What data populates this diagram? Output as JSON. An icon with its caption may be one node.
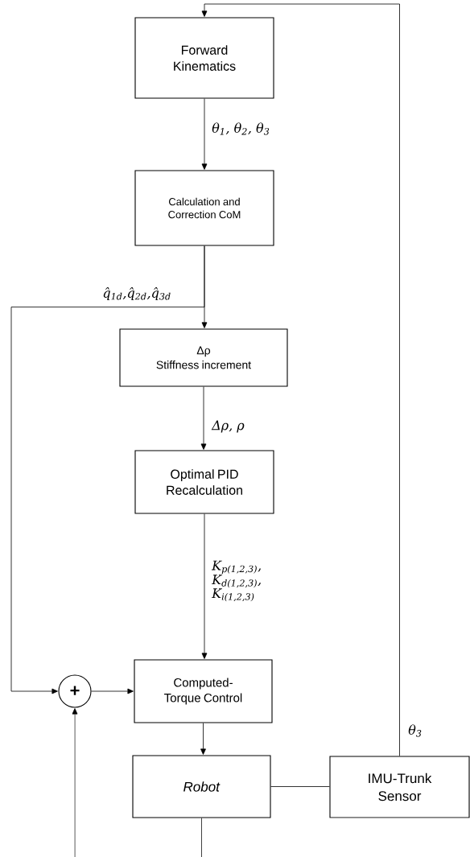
{
  "diagram": {
    "nodes": [
      {
        "text": [
          "Forward Kinematics"
        ]
      },
      {
        "text": [
          "Calculation and Correction CoM"
        ]
      },
      {
        "text": [
          "Δρ",
          "Stiffness increment"
        ]
      },
      {
        "text": [
          "Optimal PID Recalculation"
        ]
      },
      {
        "text": [
          "Computed-Torque Control"
        ]
      },
      {
        "text": [
          "*Robot*"
        ]
      },
      {
        "text": [
          "IMU-Trunk Sensor"
        ]
      },
      {
        "text": [
          "+"
        ]
      }
    ],
    "edges": [
      {
        "from": 0,
        "to": 1,
        "arrow": "to",
        "label": "θ$_{1}$, θ$_{2}$, θ$_{3}$"
      },
      {
        "from": 1,
        "to": 2,
        "arrow": "to"
      },
      {
        "from": 1,
        "to": 7,
        "arrow": "to",
        "label": "q̂$_{1d}$,q̂$_{2d}$,q̂$_{3d}$"
      },
      {
        "from": 2,
        "to": 3,
        "arrow": "to",
        "label": "Δρ, ρ"
      },
      {
        "from": 3,
        "to": 4,
        "arrow": "to",
        "label": "K$_{p(1,2,3)}$, K$_{d(1,2,3)}$, K$_{i(1,2,3)}$"
      },
      {
        "from": 7,
        "to": 4,
        "arrow": "to"
      },
      {
        "from": 4,
        "to": 5,
        "arrow": "to"
      },
      {
        "from": 5,
        "to": 6,
        "arrow": "none"
      },
      {
        "from": 6,
        "to": 0,
        "arrow": "to",
        "label": "θ$_{3}$"
      },
      {
        "from": null,
        "to": 7,
        "arrow": "to"
      },
      {
        "from": 5,
        "to": null,
        "arrow": "none"
      }
    ]
  }
}
